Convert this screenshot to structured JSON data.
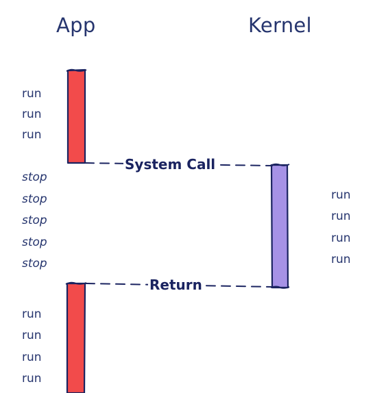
{
  "headers": {
    "app": "App",
    "kernel": "Kernel"
  },
  "app_lanes": {
    "first_run": [
      "run",
      "run",
      "run"
    ],
    "stopped": [
      "stop",
      "stop",
      "stop",
      "stop",
      "stop"
    ],
    "second_run": [
      "run",
      "run",
      "run",
      "run"
    ]
  },
  "kernel_lane": {
    "run": [
      "run",
      "run",
      "run",
      "run"
    ]
  },
  "connectors": {
    "system_call": "System Call",
    "return": "Return"
  },
  "colors": {
    "app_bar": "#f24b4b",
    "kernel_bar": "#a692e6",
    "text": "#26356e",
    "outline": "#1a2360"
  }
}
